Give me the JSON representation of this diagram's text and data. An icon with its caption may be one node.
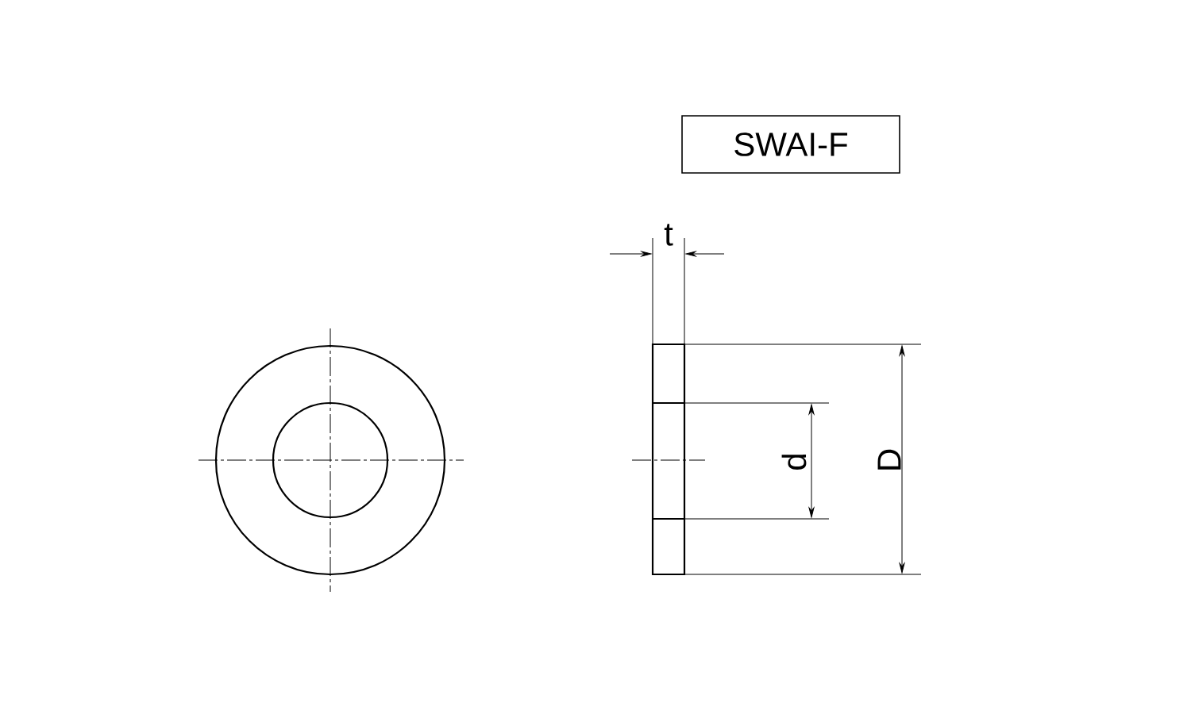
{
  "diagram": {
    "nodes": [
      {
        "text": [
          "SWAI-F"
        ]
      }
    ],
    "labels": [
      "t",
      "d",
      "D"
    ]
  }
}
